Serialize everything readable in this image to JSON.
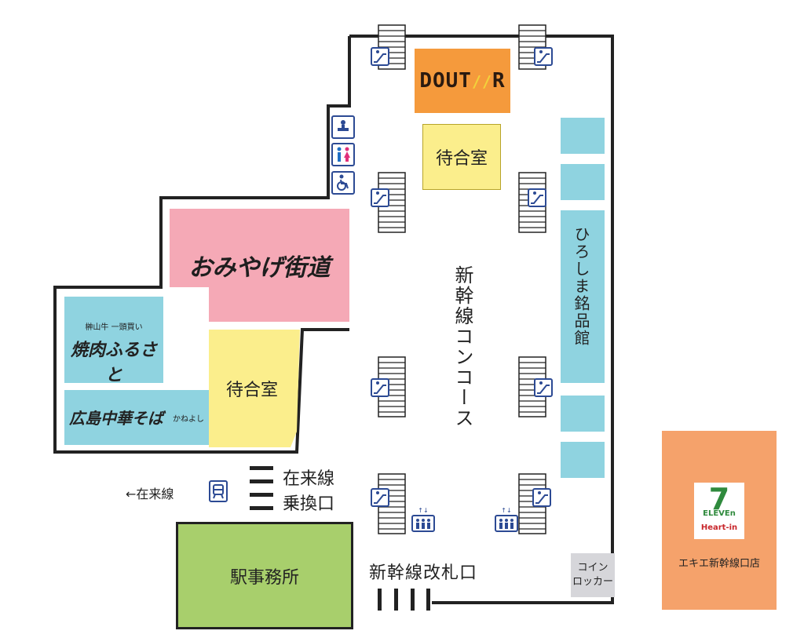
{
  "map": {
    "concourse_label": "新幹線コンコース",
    "gate_label": "新幹線改札口",
    "transfer_line1": "在来線",
    "transfer_line2": "乗換口",
    "arrow_label": "←在来線",
    "shops": {
      "doutor": "DOUT",
      "doutor_mid": "//",
      "doutor_end": "R",
      "waiting_room_top": "待合室",
      "waiting_room_left": "待合室",
      "omiyage": "おみやげ街道",
      "yakiniku_small": "榊山牛 一頭買い",
      "yakiniku": "焼肉ふるさと",
      "chuka": "広島中華そば",
      "chuka_small": "かねよし",
      "meisankan": "ひろしま銘品館",
      "station_office": "駅事務所",
      "coin_locker_line1": "コイン",
      "coin_locker_line2": "ロッカー",
      "seven_eleven_brand": "ELEVEn",
      "seven_eleven_heart": "Heart-in",
      "seven_eleven_name": "エキエ新幹線口店"
    },
    "colors": {
      "doutor": "#f59a3c",
      "waiting": "#fbee8c",
      "omiyage": "#f5a9b6",
      "cyan": "#8fd3e0",
      "office": "#a8cf6c",
      "seven": "#f5a26b",
      "locker": "#d6d6da",
      "icon": "#2c4a94"
    }
  }
}
